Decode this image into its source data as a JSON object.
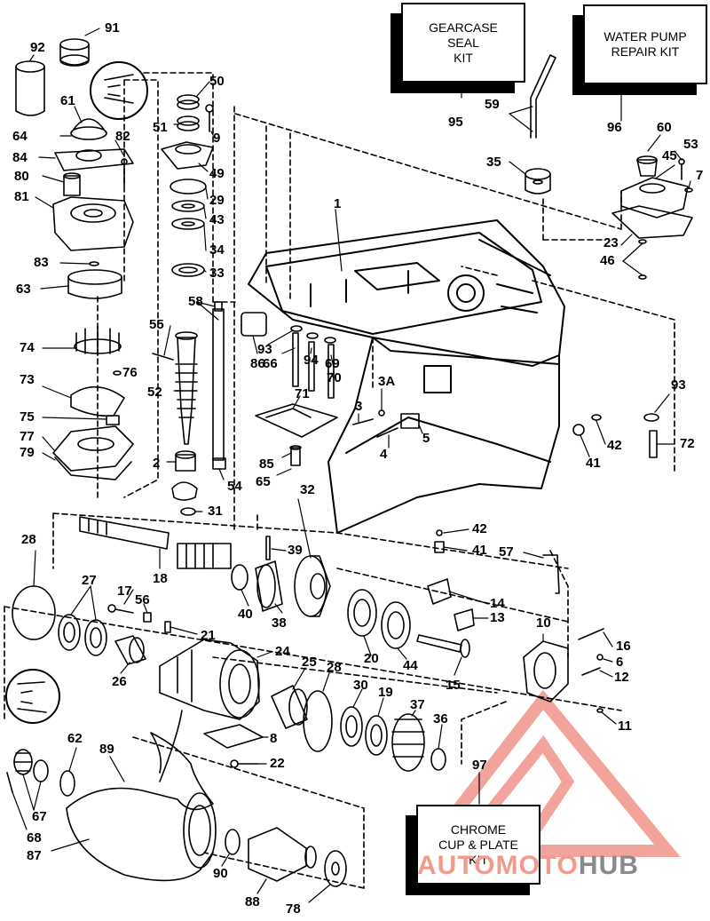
{
  "kits": {
    "gearcase_seal": "GEARCASE\nSEAL\nKIT",
    "water_pump": "WATER PUMP\nREPAIR KIT",
    "chrome_cup": "CHROME\nCUP & PLATE\nKIT"
  },
  "callouts": {
    "c1": "1",
    "c2": "2",
    "c3": "3",
    "c3a": "3A",
    "c4": "4",
    "c5": "5",
    "c6": "6",
    "c7": "7",
    "c8": "8",
    "c9": "9",
    "c10": "10",
    "c11": "11",
    "c12": "12",
    "c13": "13",
    "c14": "14",
    "c15": "15",
    "c16": "16",
    "c17": "17",
    "c18": "18",
    "c19": "19",
    "c20": "20",
    "c21": "21",
    "c22": "22",
    "c23": "23",
    "c24": "24",
    "c25": "25",
    "c26": "26",
    "c27": "27",
    "c28a": "28",
    "c28b": "28",
    "c29": "29",
    "c30": "30",
    "c31": "31",
    "c32": "32",
    "c33": "33",
    "c34": "34",
    "c35": "35",
    "c36": "36",
    "c37": "37",
    "c38": "38",
    "c39": "39",
    "c40": "40",
    "c41a": "41",
    "c41b": "41",
    "c42a": "42",
    "c42b": "42",
    "c43": "43",
    "c44": "44",
    "c45": "45",
    "c46": "46",
    "c49": "49",
    "c50": "50",
    "c51": "51",
    "c52": "52",
    "c53": "53",
    "c54": "54",
    "c55": "55",
    "c56": "56",
    "c57": "57",
    "c58": "58",
    "c59": "59",
    "c60": "60",
    "c61": "61",
    "c62": "62",
    "c63": "63",
    "c64": "64",
    "c65": "65",
    "c66": "66",
    "c67": "67",
    "c68": "68",
    "c69": "69",
    "c70": "70",
    "c71": "71",
    "c72": "72",
    "c73": "73",
    "c74": "74",
    "c75": "75",
    "c76": "76",
    "c77": "77",
    "c78": "78",
    "c79": "79",
    "c80": "80",
    "c81": "81",
    "c82": "82",
    "c83": "83",
    "c84": "84",
    "c85": "85",
    "c86": "86",
    "c87": "87",
    "c88": "88",
    "c89": "89",
    "c90": "90",
    "c91": "91",
    "c92": "92",
    "c93a": "93",
    "c93b": "93",
    "c94": "94",
    "c95": "95",
    "c96": "96",
    "c97": "97"
  },
  "watermark": {
    "part1": "AUTO",
    "part2": "MOTO",
    "part3": "HUB"
  },
  "colors": {
    "line": "#000000",
    "watermark_red": "#e8584a",
    "watermark_gray": "#8a8a8a"
  }
}
